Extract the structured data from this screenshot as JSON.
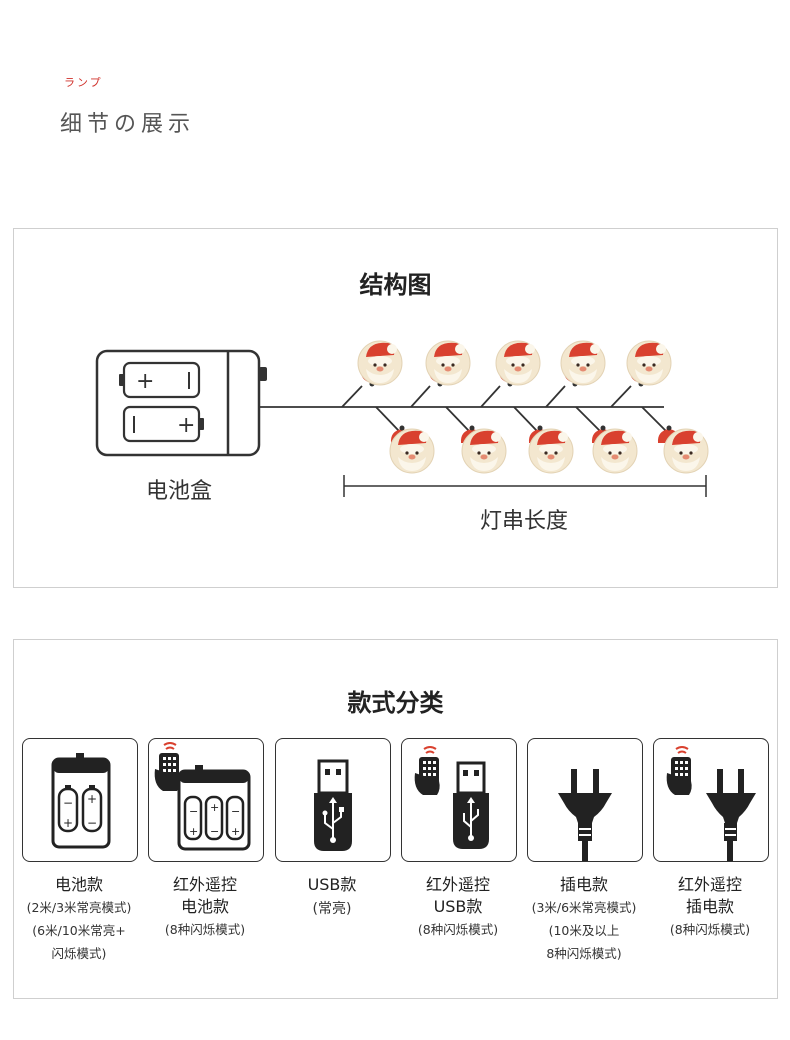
{
  "header": {
    "eyebrow": "ランプ",
    "title": "细节の展示"
  },
  "structure": {
    "title": "结构图",
    "battery_box_label": "电池盒",
    "string_length_label": "灯串长度",
    "battery_plus": "+",
    "battery_minus": "I"
  },
  "styles": {
    "title": "款式分类",
    "items": [
      {
        "name_lines": [
          "电池款"
        ],
        "note_lines": [
          "(2米/3米常亮模式)",
          "(6米/10米常亮+",
          "闪烁模式)"
        ],
        "icon": "battery-pack-icon"
      },
      {
        "name_lines": [
          "红外遥控",
          "电池款"
        ],
        "note_lines": [
          "(8种闪烁模式)"
        ],
        "icon": "remote-battery-icon"
      },
      {
        "name_lines": [
          "USB款"
        ],
        "note_lines": [
          "(常亮)"
        ],
        "icon": "usb-icon"
      },
      {
        "name_lines": [
          "红外遥控",
          "USB款"
        ],
        "note_lines": [
          "(8种闪烁模式)"
        ],
        "icon": "remote-usb-icon"
      },
      {
        "name_lines": [
          "插电款"
        ],
        "note_lines": [
          "(3米/6米常亮模式)",
          "(10米及以上",
          "8种闪烁模式)"
        ],
        "icon": "plug-icon"
      },
      {
        "name_lines": [
          "红外遥控",
          "插电款"
        ],
        "note_lines": [
          "(8种闪烁模式)"
        ],
        "icon": "remote-plug-icon"
      }
    ]
  },
  "colors": {
    "accent": "#d0302a",
    "santa_red": "#d9412f",
    "santa_face": "#f3e7cf",
    "outline": "#333333"
  }
}
